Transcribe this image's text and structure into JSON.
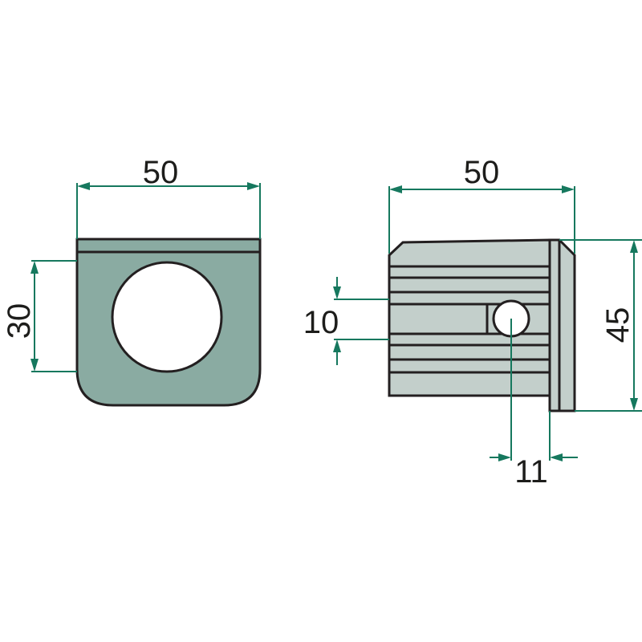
{
  "colors": {
    "dimension": "#16785e",
    "front_part": "#8aaba2",
    "side_part": "#c3cfcb",
    "outline": "#231f20"
  },
  "front_view": {
    "width_label": "50",
    "height_label": "30"
  },
  "side_view": {
    "width_label": "50",
    "slot_label": "10",
    "height_label": "45",
    "hole_offset_label": "11"
  }
}
